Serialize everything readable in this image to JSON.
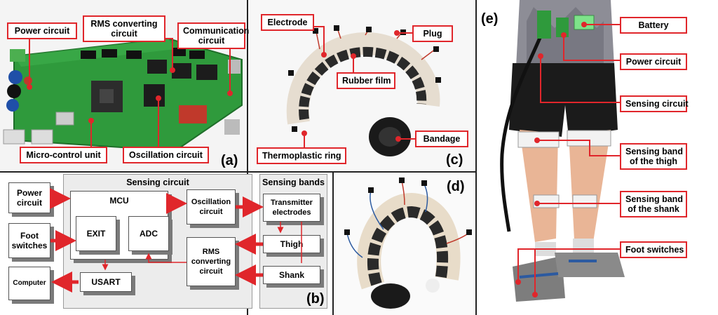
{
  "panels": {
    "a": {
      "label": "(a)",
      "callouts": {
        "power": "Power circuit",
        "rms": "RMS converting\ncircuit",
        "comm": "Communication\ncircuit",
        "mcu": "Micro-control unit",
        "osc": "Oscillation circuit"
      }
    },
    "b": {
      "label": "(b)",
      "sensing_circuit_title": "Sensing circuit",
      "sensing_bands_title": "Sensing bands",
      "boxes": {
        "power": "Power\ncircuit",
        "foot": "Foot\nswitches",
        "computer": "Computer",
        "mcu": "MCU",
        "exit": "EXIT",
        "adc": "ADC",
        "usart": "USART",
        "osc": "Oscillation\ncircuit",
        "rms": "RMS\nconverting\ncircuit",
        "tx": "Transmitter\nelectrodes",
        "thigh": "Thigh",
        "shank": "Shank"
      }
    },
    "c": {
      "label": "(c)",
      "callouts": {
        "electrode": "Electrode",
        "plug": "Plug",
        "rubber": "Rubber film",
        "bandage": "Bandage",
        "thermo": "Thermoplastic ring"
      }
    },
    "d": {
      "label": "(d)"
    },
    "e": {
      "label": "(e)",
      "callouts": {
        "battery": "Battery",
        "power": "Power circuit",
        "sensing": "Sensing circuit",
        "thigh": "Sensing band\nof the thigh",
        "shank": "Sensing band\nof the shank",
        "foot": "Foot switches"
      }
    }
  },
  "colors": {
    "callout_border": "#e0262b",
    "arrow": "#e0262b",
    "pcb": "#2f9a3c"
  }
}
